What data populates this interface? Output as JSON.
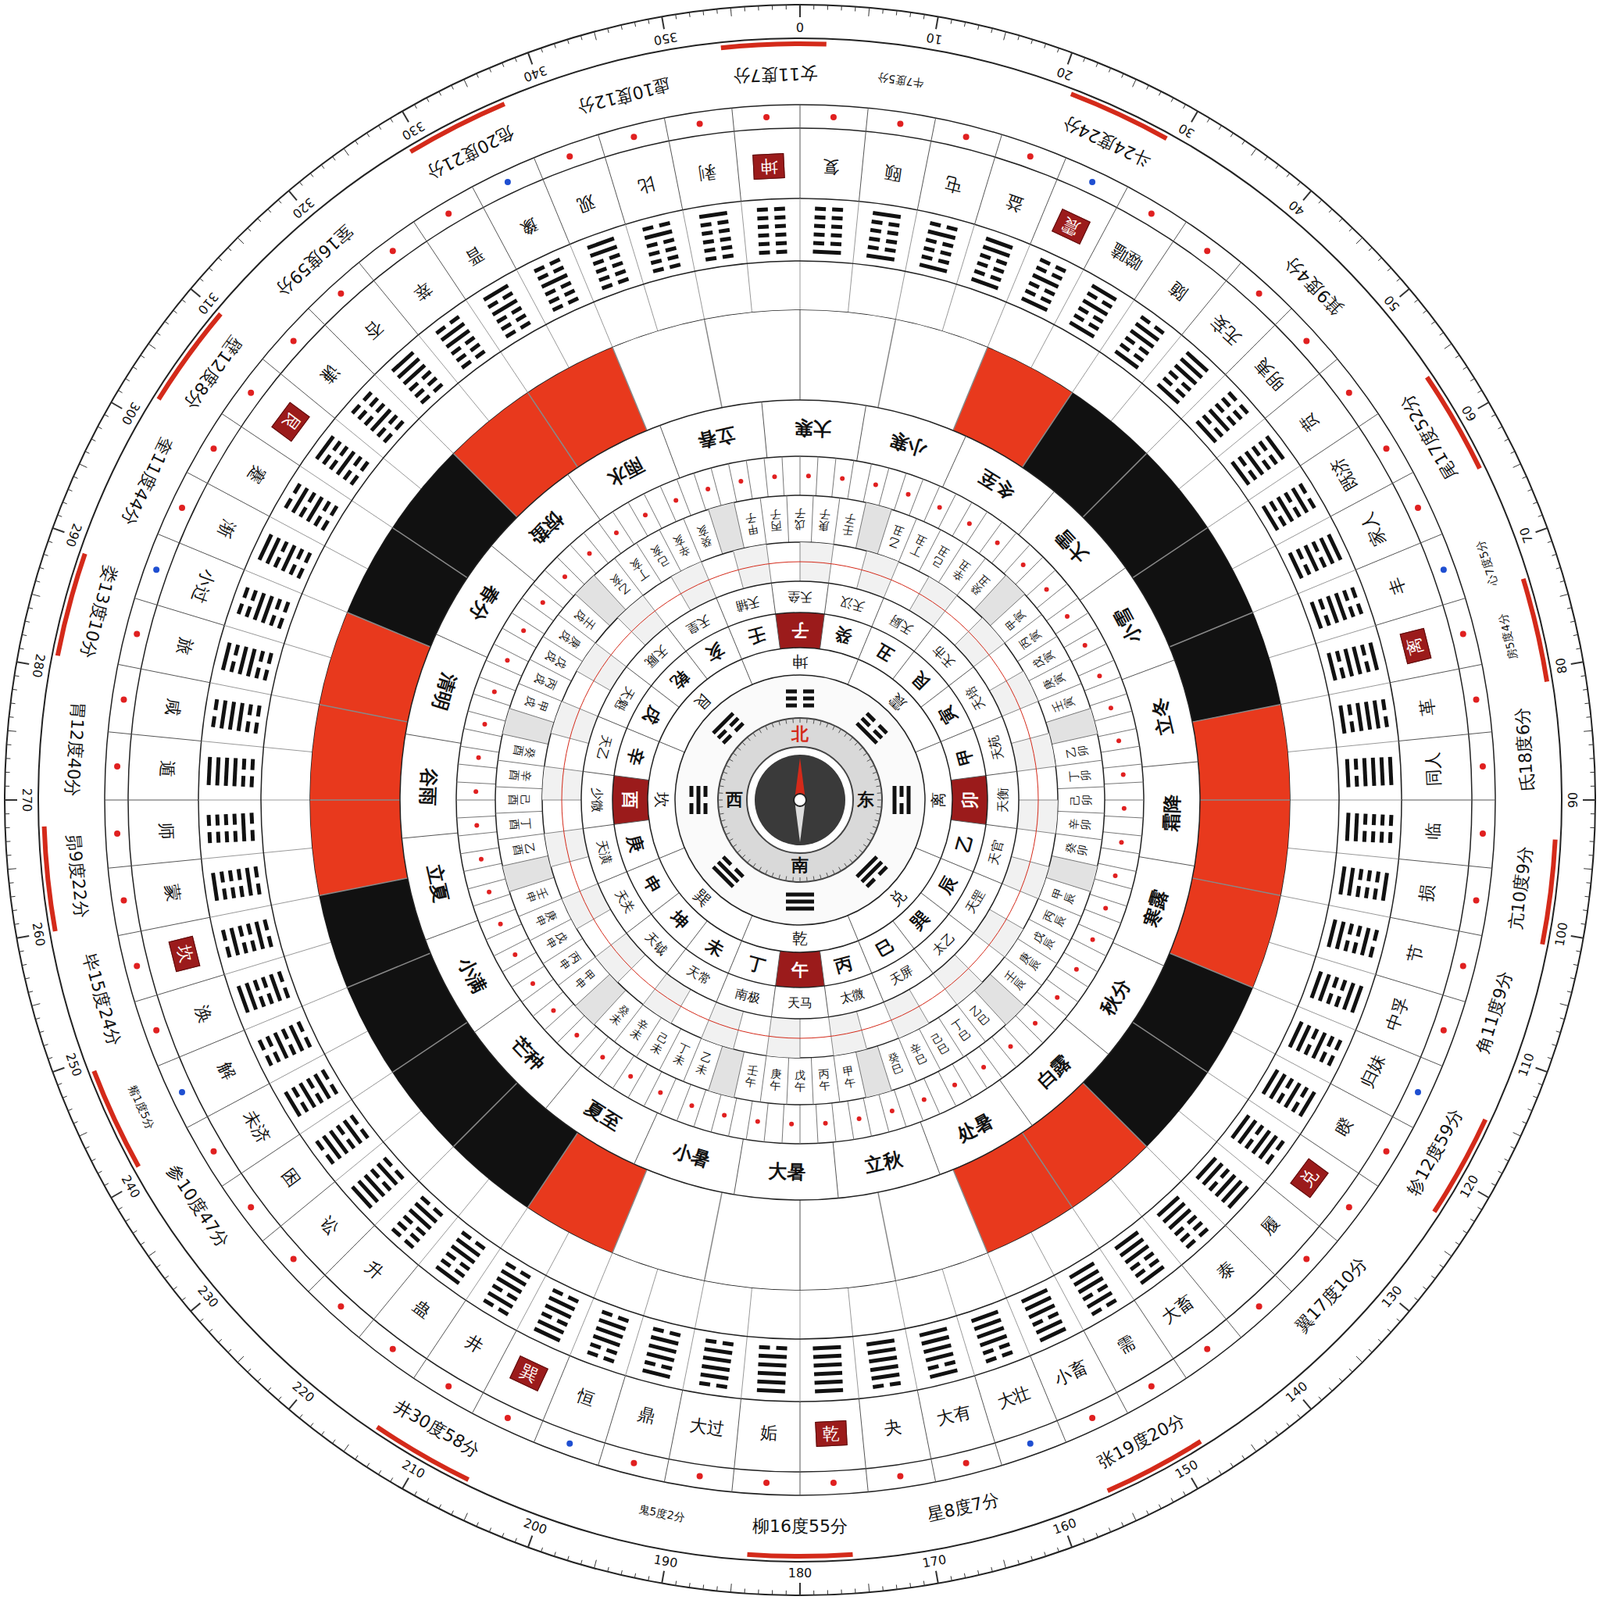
{
  "diagram": {
    "nodes": [
      {
        "text": [
          "乾"
        ]
      },
      {
        "text": [
          "兑"
        ]
      },
      {
        "text": [
          "离"
        ]
      },
      {
        "text": [
          "震"
        ]
      },
      {
        "text": [
          "巽"
        ]
      },
      {
        "text": [
          "坎"
        ]
      },
      {
        "text": [
          "艮"
        ]
      },
      {
        "text": [
          "坤"
        ]
      }
    ],
    "labels": [
      "0",
      "10",
      "20",
      "30",
      "40",
      "50",
      "60",
      "70",
      "80",
      "90",
      "100",
      "110",
      "120",
      "130",
      "140",
      "150",
      "160",
      "170",
      "180",
      "190",
      "200",
      "210",
      "220",
      "230",
      "240",
      "250",
      "260",
      "270",
      "280",
      "290",
      "300",
      "310",
      "320",
      "330",
      "340",
      "350",
      "斗24度24分",
      "牛7度5分",
      "女11度7分",
      "虚10度12分",
      "危20度21分",
      "室16度59分",
      "壁12度8分",
      "奎11度44分",
      "娄13度10分",
      "胃12度40分",
      "昴9度22分",
      "毕15度24分",
      "觜1度5分",
      "参10度47分",
      "井30度58分",
      "鬼5度2分",
      "柳16度55分",
      "星8度7分",
      "张19度20分",
      "翼17度10分",
      "轸12度59分",
      "角11度9分",
      "亢10度9分",
      "氐18度6分",
      "房5度4分",
      "心7度5分",
      "尾17度52分",
      "箕9度4分",
      "夬",
      "大有",
      "大壮",
      "小畜",
      "需",
      "大畜",
      "泰",
      "履",
      "睽",
      "归妹",
      "中孚",
      "节",
      "损",
      "临",
      "同人",
      "革",
      "丰",
      "家人",
      "既济",
      "贲",
      "明夷",
      "无妄",
      "随",
      "噬嗑",
      "益",
      "屯",
      "颐",
      "复",
      "姤",
      "大过",
      "鼎",
      "恒",
      "井",
      "蛊",
      "升",
      "讼",
      "困",
      "未济",
      "解",
      "涣",
      "蒙",
      "师",
      "遁",
      "咸",
      "旅",
      "小过",
      "渐",
      "蹇",
      "谦",
      "否",
      "萃",
      "晋",
      "豫",
      "观",
      "比",
      "剥",
      "冬至",
      "小寒",
      "大寒",
      "立春",
      "雨水",
      "惊蛰",
      "春分",
      "清明",
      "谷雨",
      "立夏",
      "小满",
      "芒种",
      "夏至",
      "小暑",
      "大暑",
      "立秋",
      "处暑",
      "白露",
      "秋分",
      "寒露",
      "霜降",
      "立冬",
      "小雪",
      "大雪",
      "甲子",
      "丙子",
      "戊子",
      "庚子",
      "壬子",
      "乙丑",
      "丁丑",
      "己丑",
      "辛丑",
      "癸丑",
      "甲寅",
      "丙寅",
      "戊寅",
      "庚寅",
      "壬寅",
      "乙卯",
      "丁卯",
      "己卯",
      "辛卯",
      "癸卯",
      "甲辰",
      "丙辰",
      "戊辰",
      "庚辰",
      "壬辰",
      "乙巳",
      "丁巳",
      "己巳",
      "辛巳",
      "癸巳",
      "甲午",
      "丙午",
      "戊午",
      "庚午",
      "壬午",
      "乙未",
      "丁未",
      "己未",
      "辛未",
      "癸未",
      "甲申",
      "丙申",
      "戊申",
      "庚申",
      "壬申",
      "乙酉",
      "丁酉",
      "己酉",
      "辛酉",
      "癸酉",
      "甲戌",
      "丙戌",
      "戊戌",
      "庚戌",
      "壬戌",
      "乙亥",
      "丁亥",
      "己亥",
      "辛亥",
      "癸亥",
      "天辅",
      "天垒",
      "天汉",
      "天厨",
      "天市",
      "天培",
      "天苑",
      "天衡",
      "天官",
      "天罡",
      "太乙",
      "天屏",
      "太微",
      "天马",
      "南极",
      "天常",
      "天钺",
      "天关",
      "天潢",
      "少微",
      "天乙",
      "天魁",
      "天厩",
      "天皇",
      "壬",
      "子",
      "癸",
      "丑",
      "艮",
      "寅",
      "甲",
      "卯",
      "乙",
      "辰",
      "巽",
      "巳",
      "丙",
      "午",
      "丁",
      "未",
      "坤",
      "申",
      "庚",
      "酉",
      "辛",
      "戌",
      "乾",
      "亥",
      "乾",
      "兑",
      "离",
      "震",
      "巽",
      "坎",
      "艮",
      "坤",
      "北",
      "东",
      "南",
      "西"
    ]
  }
}
